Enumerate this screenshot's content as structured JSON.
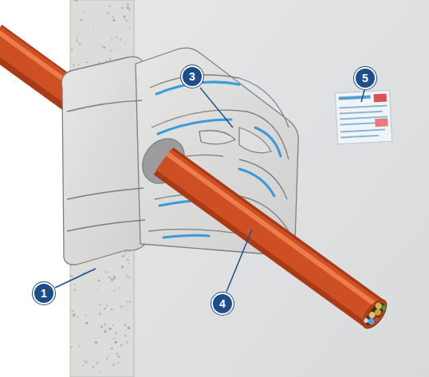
{
  "diagram": {
    "labels": [
      "3",
      "5",
      "1",
      "4"
    ]
  }
}
